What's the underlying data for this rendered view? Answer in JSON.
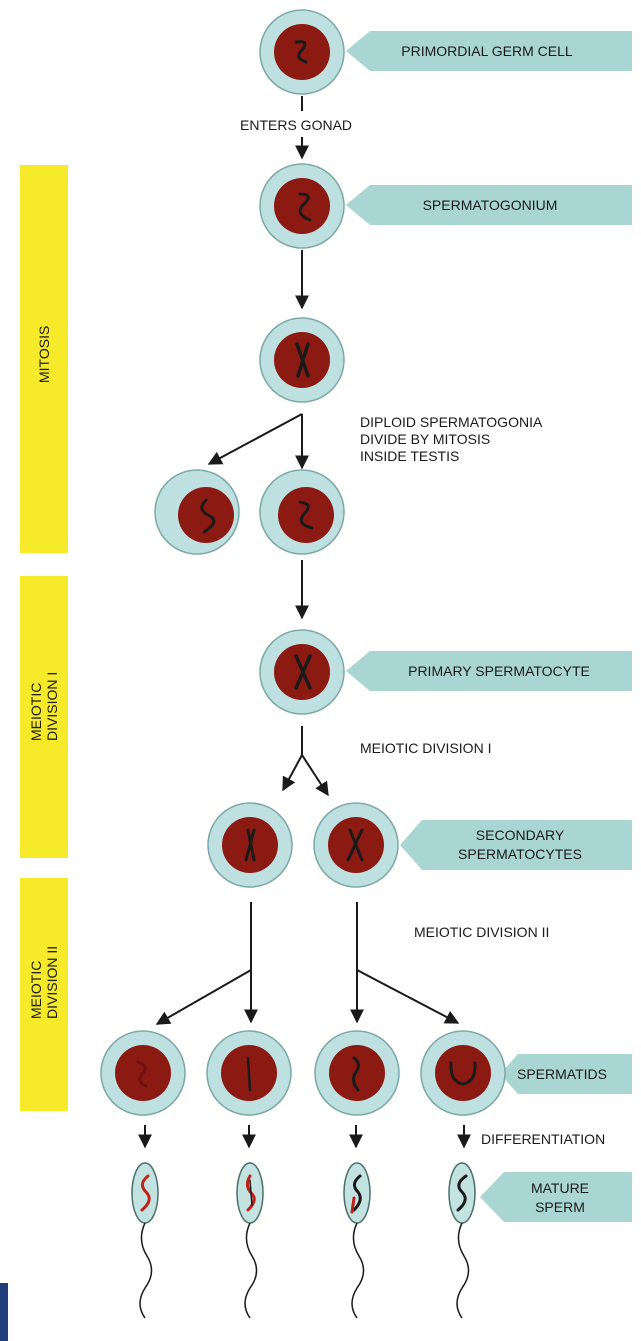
{
  "stages": {
    "primordial_germ_cell": "PRIMORDIAL GERM CELL",
    "spermatogonium": "SPERMATOGONIUM",
    "primary_spermatocyte": "PRIMARY SPERMATOCYTE",
    "secondary_spermatocytes": [
      "SECONDARY",
      "SPERMATOCYTES"
    ],
    "spermatids": "SPERMATIDS",
    "mature_sperm": [
      "MATURE",
      "SPERM"
    ]
  },
  "steps": {
    "enters_gonad": "ENTERS GONAD",
    "mitosis_note": [
      "DIPLOID SPERMATOGONIA",
      "DIVIDE BY MITOSIS",
      "INSIDE TESTIS"
    ],
    "meiotic_division_1": "MEIOTIC DIVISION I",
    "meiotic_division_2": "MEIOTIC DIVISION II",
    "differentiation": "DIFFERENTIATION"
  },
  "phases": {
    "mitosis": [
      "MITOSIS"
    ],
    "meiotic_1": [
      "MEIOTIC",
      "DIVISION I"
    ],
    "meiotic_2": [
      "MEIOTIC",
      "DIVISION II"
    ]
  },
  "colors": {
    "phase_bar": "#f7ea2a",
    "cell_outer": "#bfe0e0",
    "cell_nucleus": "#8b1a12",
    "chromosome": "#1a1a1a",
    "tag_fill": "#a9d6d2",
    "arrow": "#1a1a1a",
    "sperm_head": "#c3e3e0",
    "sperm_red": "#c0221a"
  }
}
